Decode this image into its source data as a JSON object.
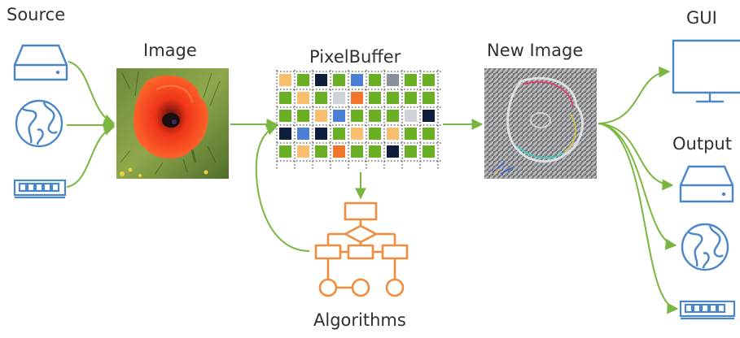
{
  "labels": {
    "source": "Source",
    "image": "Image",
    "pixelbuffer": "PixelBuffer",
    "new_image": "New Image",
    "gui": "GUI",
    "output": "Output",
    "algorithms": "Algorithms"
  },
  "source_icons": [
    "hard-drive-icon",
    "globe-icon",
    "memory-module-icon"
  ],
  "output_icons": [
    "hard-drive-icon",
    "globe-icon",
    "memory-module-icon"
  ],
  "gui_icon": "monitor-icon",
  "algorithms_icon": "flowchart-icon",
  "pixel_grid": {
    "rows": 5,
    "cols": 9,
    "cells": [
      [
        "orange-light",
        "green",
        "navy",
        "green",
        "blue",
        "green",
        "grey",
        "green",
        "green"
      ],
      [
        "green",
        "orange-light",
        "green",
        "grey-light",
        "orange",
        "green",
        "green",
        "green",
        "green"
      ],
      [
        "green",
        "green",
        "orange-light",
        "blue",
        "green",
        "green",
        "green",
        "grey-light",
        "navy"
      ],
      [
        "navy",
        "blue",
        "navy",
        "green",
        "orange-light",
        "green",
        "orange-light",
        "green",
        "green"
      ],
      [
        "green",
        "orange-light",
        "green",
        "orange",
        "green",
        "green",
        "navy",
        "green",
        "green"
      ]
    ]
  },
  "colors": {
    "icon_blue": "#4a86c8",
    "arrow_green": "#7ab640",
    "algorithm_orange": "#f28c3c",
    "green": "#6aae23",
    "orange-light": "#f8bd6d",
    "navy": "#0f1e3b",
    "blue": "#4a7fd4",
    "grey": "#8a9099",
    "grey-light": "#cfd2d6",
    "orange": "#f0742a"
  }
}
